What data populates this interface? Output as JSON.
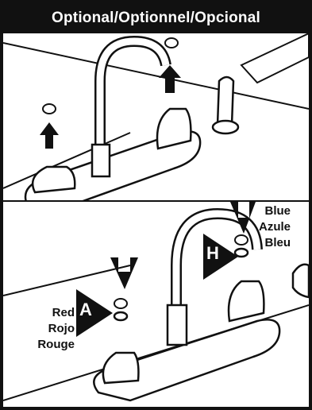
{
  "header": {
    "title": "Optional/Optionnel/Opcional"
  },
  "labels": {
    "red": [
      "Red",
      "Rojo",
      "Rouge"
    ],
    "blue": [
      "Blue",
      "Azule",
      "Bleu"
    ]
  },
  "badges": {
    "left": "A",
    "right": "H"
  },
  "colors": {
    "ink": "#111111",
    "fill": "#ffffff",
    "shade": "#d9d9d9"
  }
}
